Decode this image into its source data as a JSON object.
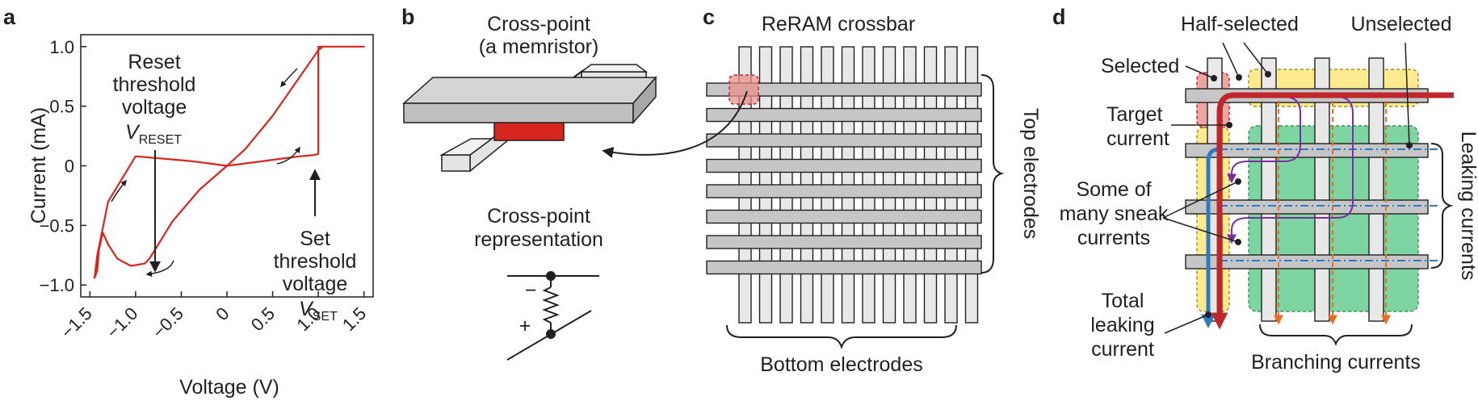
{
  "colors": {
    "curve": "#d7261e",
    "electrode_fill": "#c6c6c6",
    "electrode_light": "#e4e4e4",
    "memristor": "#d7261e",
    "selected_box": "#e8908a",
    "half_selected_box": "#fbe67a",
    "unselected_box": "#6fd197",
    "target_current": "#c0272d",
    "leak_blue": "#2c7cc4",
    "branch_orange": "#f06b22",
    "sneak_purple": "#7a2ea3"
  },
  "panel_a": {
    "letter": "a",
    "xlabel": "Voltage (V)",
    "ylabel": "Current (mA)",
    "x_ticks": [
      "−1.5",
      "−1.0",
      "−0.5",
      "0",
      "0.5",
      "1.0",
      "1.5"
    ],
    "y_ticks": [
      "1.0",
      "0.5",
      "0",
      "−0.5",
      "−1.0"
    ],
    "reset_lines": [
      "Reset",
      "threshold",
      "voltage"
    ],
    "reset_symbol": "V",
    "reset_sub": "RESET",
    "set_lines": [
      "Set",
      "threshold",
      "voltage"
    ],
    "set_symbol": "V",
    "set_sub": "SET"
  },
  "chart_data": {
    "type": "line",
    "xlabel": "Voltage (V)",
    "ylabel": "Current (mA)",
    "xlim": [
      -1.6,
      1.6
    ],
    "ylim": [
      -1.1,
      1.1
    ],
    "x_ticks": [
      -1.5,
      -1.0,
      -0.5,
      0,
      0.5,
      1.0,
      1.5
    ],
    "y_ticks": [
      -1.0,
      -0.5,
      0,
      0.5,
      1.0
    ],
    "series": [
      {
        "x": [
          0,
          0.3,
          0.6,
          0.8,
          0.95,
          1.0,
          1.0,
          1.05,
          1.5,
          1.05,
          1.0,
          0.8,
          0.5,
          0.2,
          0,
          -0.3,
          -0.6,
          -0.8,
          -0.85,
          -0.9,
          -1.05,
          -1.2,
          -1.3,
          -1.36,
          -1.4,
          -1.42,
          -1.45,
          -1.42,
          -1.3,
          -1.0,
          -0.7,
          -0.4,
          -0.2,
          0
        ],
        "y": [
          0,
          0.03,
          0.06,
          0.08,
          0.09,
          0.1,
          1.0,
          1.0,
          1.0,
          1.0,
          0.97,
          0.75,
          0.42,
          0.14,
          0,
          -0.2,
          -0.47,
          -0.72,
          -0.78,
          -0.82,
          -0.84,
          -0.78,
          -0.66,
          -0.56,
          -0.7,
          -0.88,
          -0.94,
          -0.75,
          -0.3,
          0.08,
          0.06,
          0.04,
          0.02,
          0
        ]
      }
    ]
  },
  "panel_b": {
    "letter": "b",
    "title_lines": [
      "Cross-point",
      "(a memristor)"
    ],
    "repr_lines": [
      "Cross-point",
      "representation"
    ],
    "minus": "−",
    "plus": "+"
  },
  "panel_c": {
    "letter": "c",
    "title": "ReRAM crossbar",
    "top_label": "Top electrodes",
    "bottom_label": "Bottom electrodes"
  },
  "panel_d": {
    "letter": "d",
    "half_selected": "Half-selected",
    "unselected": "Unselected",
    "selected": "Selected",
    "target_lines": [
      "Target",
      "current"
    ],
    "sneak_lines": [
      "Some of",
      "many sneak",
      "currents"
    ],
    "total_lines": [
      "Total",
      "leaking",
      "current"
    ],
    "branching": "Branching currents",
    "leaking": "Leaking currents"
  }
}
